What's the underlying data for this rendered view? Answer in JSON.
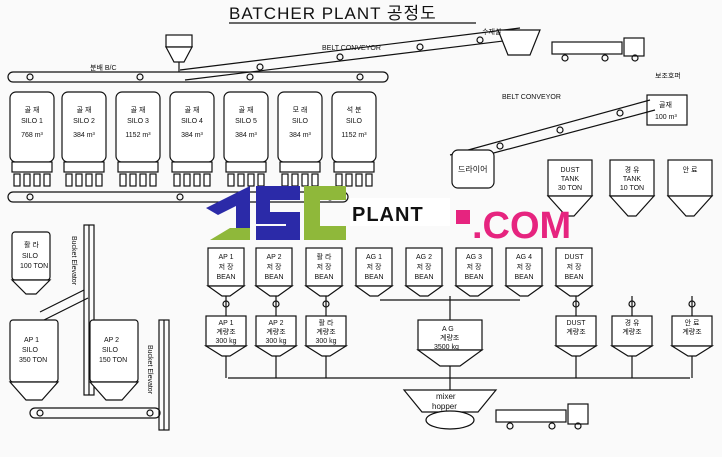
{
  "title": "BATCHER PLANT 공정도",
  "labels": {
    "belt_conveyor_top": "BELT CONVEYOR",
    "belt_conveyor_mid": "BELT CONVEYOR",
    "distribution_bc": "분배 B/C",
    "receiving_hopper": "수재실",
    "auxiliary_hopper": "보조호퍼",
    "bucket_elevator": "Bucket Elevator"
  },
  "aux_hopper": {
    "line1": "골재",
    "line2": "100 m³"
  },
  "silos": [
    {
      "line1": "골 재",
      "line2": "SILO 1",
      "line3": "768 m³"
    },
    {
      "line1": "골 재",
      "line2": "SILO 2",
      "line3": "384 m³"
    },
    {
      "line1": "골 재",
      "line2": "SILO 3",
      "line3": "1152 m³"
    },
    {
      "line1": "골 재",
      "line2": "SILO 4",
      "line3": "384 m³"
    },
    {
      "line1": "골 재",
      "line2": "SILO 5",
      "line3": "384 m³"
    },
    {
      "line1": "모 래",
      "line2": "SILO",
      "line3": "384 m³"
    },
    {
      "line1": "석 분",
      "line2": "SILO",
      "line3": "1152 m³"
    }
  ],
  "dryer": {
    "label": "드라이어"
  },
  "tanks": [
    {
      "line1": "DUST",
      "line2": "TANK",
      "line3": "30 TON"
    },
    {
      "line1": "경 유",
      "line2": "TANK",
      "line3": "10 TON"
    },
    {
      "line1": "안 료",
      "line2": "",
      "line3": ""
    }
  ],
  "logo": {
    "part1": "PLANT",
    "part2": ".COM"
  },
  "bins": [
    {
      "line1": "AP 1",
      "line2": "저 장",
      "line3": "BEAN"
    },
    {
      "line1": "AP 2",
      "line2": "저 장",
      "line3": "BEAN"
    },
    {
      "line1": "활 라",
      "line2": "저 장",
      "line3": "BEAN"
    },
    {
      "line1": "AG 1",
      "line2": "저 장",
      "line3": "BEAN"
    },
    {
      "line1": "AG 2",
      "line2": "저 장",
      "line3": "BEAN"
    },
    {
      "line1": "AG 3",
      "line2": "저 장",
      "line3": "BEAN"
    },
    {
      "line1": "AG 4",
      "line2": "저 장",
      "line3": "BEAN"
    },
    {
      "line1": "DUST",
      "line2": "저 장",
      "line3": "BEAN"
    }
  ],
  "filler_silo": {
    "line1": "활 라",
    "line2": "SILO",
    "line3": "100 TON"
  },
  "ap1_silo": {
    "line1": "AP 1",
    "line2": "SILO",
    "line3": "350 TON"
  },
  "ap2_silo": {
    "line1": "AP 2",
    "line2": "SILO",
    "line3": "150 TON"
  },
  "weighers": [
    {
      "line1": "AP 1",
      "line2": "계량조",
      "line3": "300 kg"
    },
    {
      "line1": "AP 2",
      "line2": "계량조",
      "line3": "300 kg"
    },
    {
      "line1": "활 라",
      "line2": "계량조",
      "line3": "300 kg"
    },
    {
      "line1": "DUST",
      "line2": "계량조",
      "line3": ""
    },
    {
      "line1": "경 유",
      "line2": "계량조",
      "line3": ""
    },
    {
      "line1": "안 료",
      "line2": "계량조",
      "line3": ""
    }
  ],
  "ag_weigh": {
    "line1": "A G",
    "line2": "계량조",
    "line3": "3500 kg"
  },
  "mixer": {
    "line1": "mixer",
    "line2": "hopper"
  }
}
